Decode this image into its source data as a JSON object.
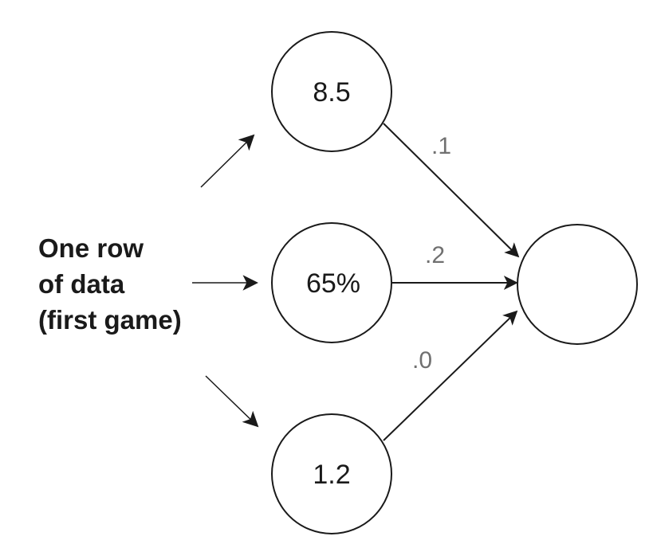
{
  "input_label": {
    "lines": [
      "One row",
      "of data",
      "(first game)"
    ]
  },
  "input_nodes": [
    {
      "value": "8.5",
      "weight": ".1"
    },
    {
      "value": "65%",
      "weight": ".2"
    },
    {
      "value": "1.2",
      "weight": ".0"
    }
  ],
  "output_node": {
    "value": ""
  },
  "colors": {
    "stroke": "#1a1a1a",
    "weight_text": "#707070",
    "background": "#ffffff"
  }
}
